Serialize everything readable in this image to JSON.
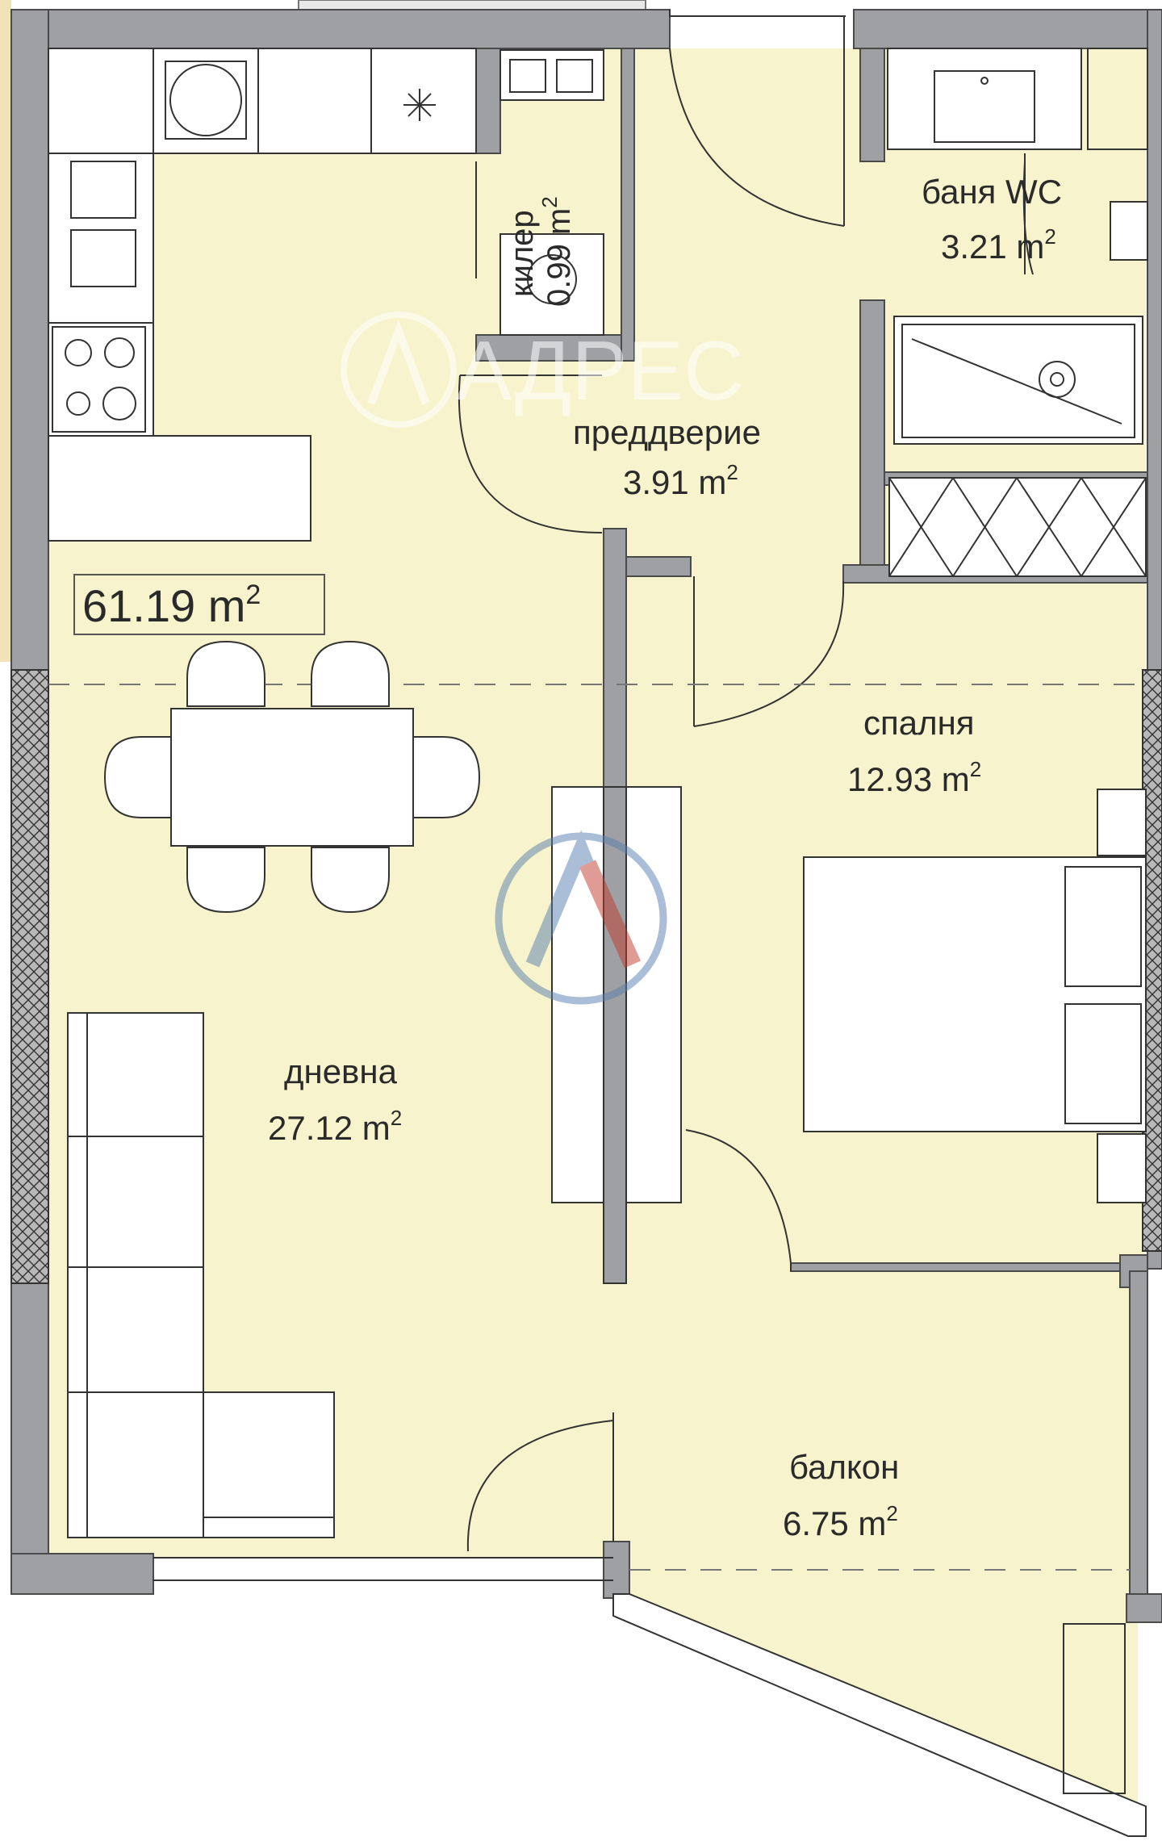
{
  "total": {
    "area": "61.19 m",
    "sup": "2"
  },
  "watermark": {
    "text": "АДРЕС"
  },
  "rooms": {
    "pantry": {
      "name": "килер",
      "area": "0.99 m",
      "sup": "2"
    },
    "bathroom": {
      "name": "баня WC",
      "area": "3.21 m",
      "sup": "2"
    },
    "hallway": {
      "name": "преддверие",
      "area": "3.91 m",
      "sup": "2"
    },
    "bedroom": {
      "name": "спалня",
      "area": "12.93 m",
      "sup": "2"
    },
    "living": {
      "name": "дневна",
      "area": "27.12 m",
      "sup": "2"
    },
    "balcony": {
      "name": "балкон",
      "area": "6.75 m",
      "sup": "2"
    }
  },
  "colors": {
    "floor": "#f7f3cc",
    "wall": "#9ea0a3",
    "wall_edge": "#4a4a4a",
    "furniture": "#ffffff",
    "line": "#333333",
    "watermark_blue": "#5a7fb0",
    "watermark_red": "#c0392b"
  }
}
